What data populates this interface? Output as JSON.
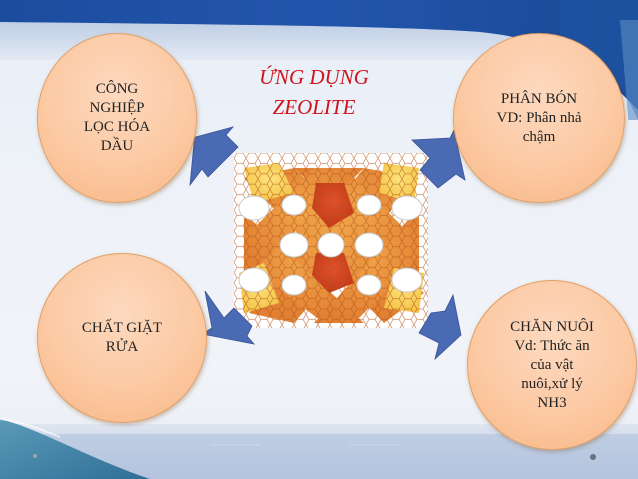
{
  "slide": {
    "title_line1": "ỨNG DỤNG",
    "title_line2": "ZEOLITE",
    "title_color": "#d0141c",
    "circle_fill": "#fcc9a3",
    "arrow_color": "#4a6ab3",
    "center_image": "zeolite-framework-structure",
    "nodes": [
      {
        "id": "petroleum",
        "text": "CÔNG\nNGHIỆP\nLỌC HÓA\nDẦU"
      },
      {
        "id": "fertilizer",
        "text": "PHÂN BÓN\nVD: Phân nhả\nchậm"
      },
      {
        "id": "detergent",
        "text": "CHẤT GIẶT\nRỬA"
      },
      {
        "id": "livestock",
        "text": "CHĂN NUÔI\nVd: Thức ăn\ncủa vật\nnuôi,xử lý\nNH3"
      }
    ]
  }
}
